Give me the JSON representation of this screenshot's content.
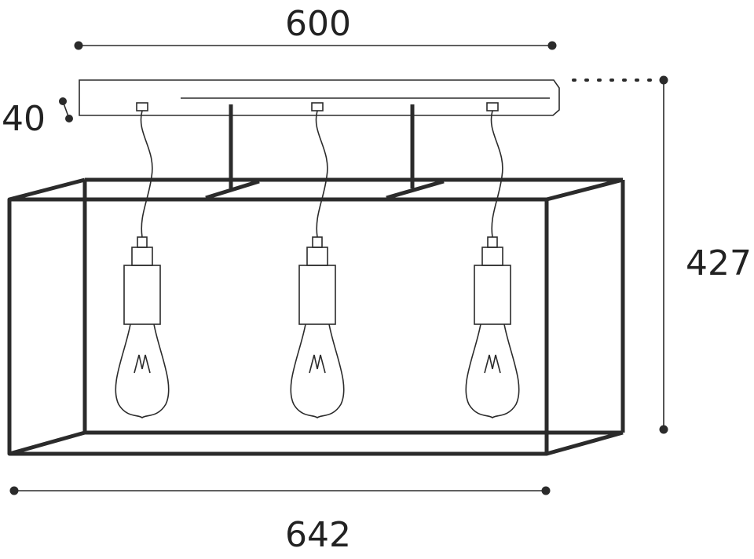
{
  "dimensions": {
    "canopy_width": "600",
    "canopy_height": "40",
    "total_height": "427",
    "frame_width": "642"
  },
  "bulb_count": 3,
  "colors": {
    "line": "#2b2b2b",
    "background": "#ffffff"
  }
}
